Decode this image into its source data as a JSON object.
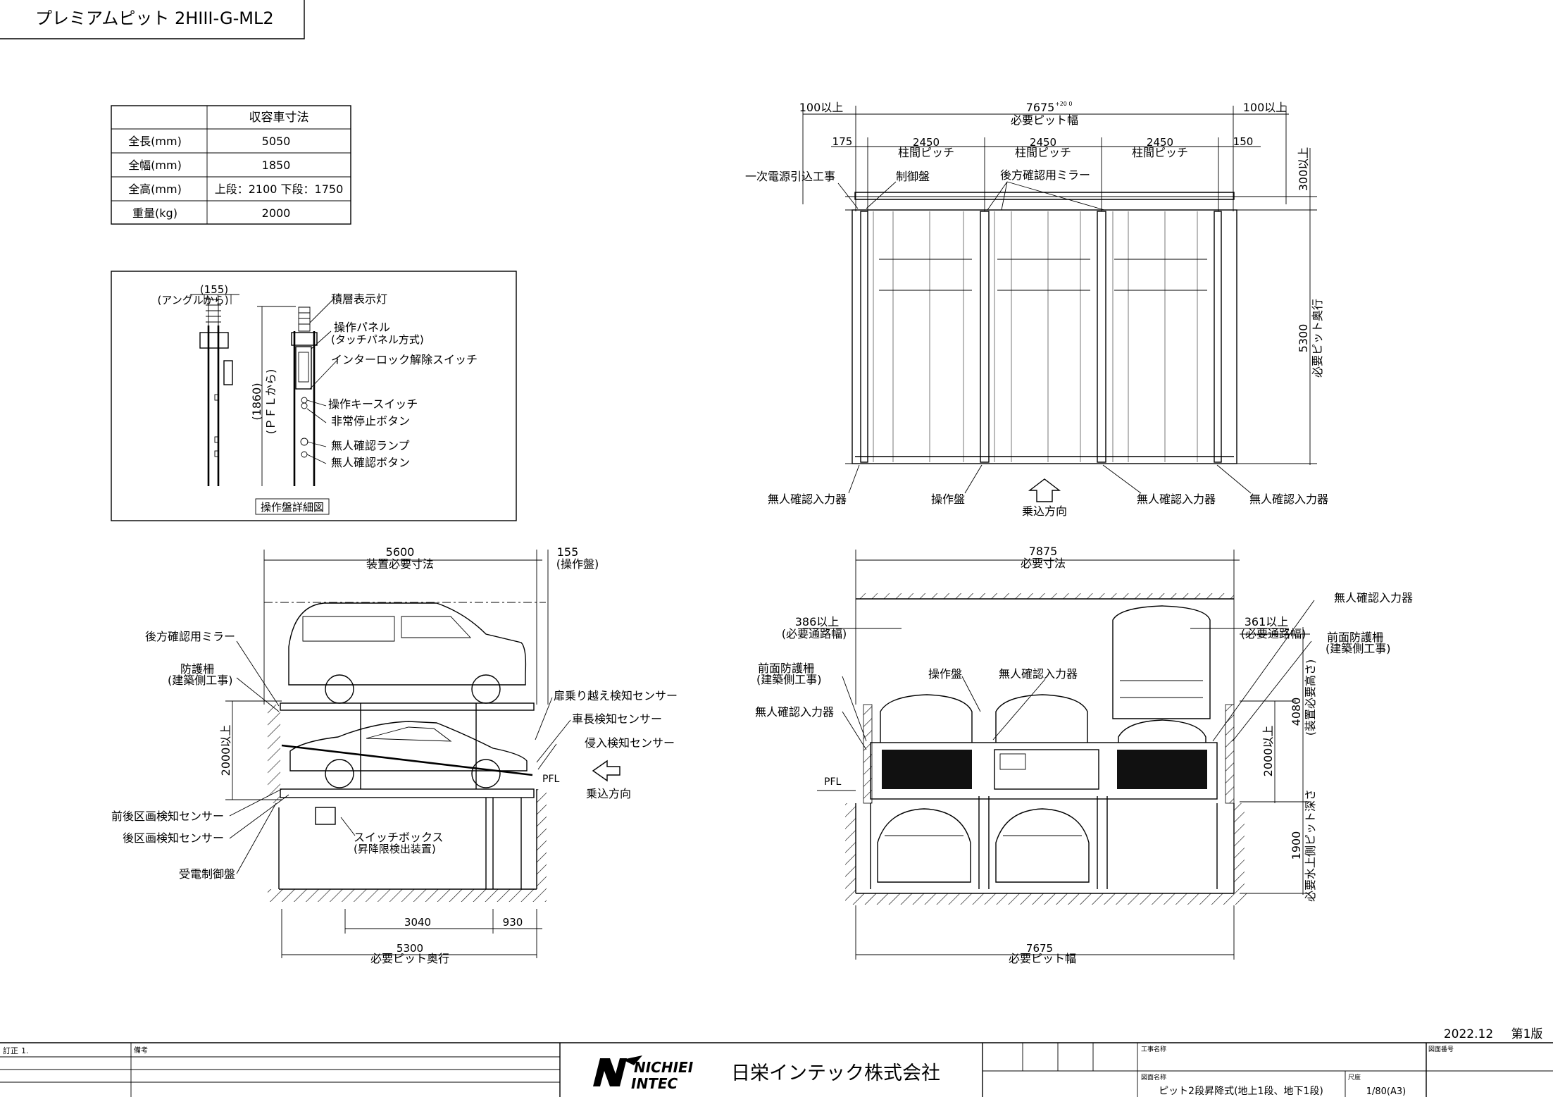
{
  "title_box": {
    "text": "プレミアムピット 2HIII-G-ML2"
  },
  "spec_table": {
    "header": "収容車寸法",
    "rows": [
      {
        "label": "全長(mm)",
        "value": "5050"
      },
      {
        "label": "全幅(mm)",
        "value": "1850"
      },
      {
        "label": "全高(mm)",
        "value": "上段：2100 下段：1750"
      },
      {
        "label": "重量(kg)",
        "value": "2000"
      }
    ]
  },
  "panel_detail": {
    "title": "操作盤詳細図",
    "dim_top": "(155)",
    "dim_top_note": "(アングルから)",
    "dim_height": "(1860)",
    "dim_height_note": "(ＰＦＬから)",
    "labels": [
      "積層表示灯",
      "操作パネル",
      "(タッチパネル方式)",
      "インターロック解除スイッチ",
      "操作キースイッチ",
      "非常停止ボタン",
      "無人確認ランプ",
      "無人確認ボタン"
    ]
  },
  "plan_view": {
    "dim_100_left": "100以上",
    "dim_100_right": "100以上",
    "dim_total": "7675",
    "dim_total_tol": "+20 0",
    "dim_total_label": "必要ピット幅",
    "dim_175": "175",
    "dim_150": "150",
    "pitch_value": "2450",
    "pitch_label": "柱間ピッチ",
    "dim_300": "300以上",
    "dim_depth": "5300",
    "dim_depth_label": "必要ピット奥行",
    "label_power": "一次電源引込工事",
    "label_control": "制御盤",
    "label_mirror": "後方確認用ミラー",
    "label_sensor_a": "無人確認入力器",
    "label_panel": "操作盤",
    "label_entry": "乗込方向",
    "label_sensor_b": "無人確認入力器",
    "label_sensor_c": "無人確認入力器"
  },
  "side_view": {
    "dim_5600": "5600",
    "dim_5600_label": "装置必要寸法",
    "dim_155": "155",
    "dim_155_label": "(操作盤)",
    "dim_2000": "2000以上",
    "dim_3040": "3040",
    "dim_930": "930",
    "dim_5300": "5300",
    "dim_5300_label": "必要ピット奥行",
    "pfl": "PFL",
    "entry": "乗込方向",
    "labels_left": [
      "後方確認用ミラー",
      "防護柵",
      "(建築側工事)",
      "前後区画検知センサー",
      "後区画検知センサー",
      "受電制御盤"
    ],
    "labels_right": [
      "扉乗り越え検知センサー",
      "車長検知センサー",
      "侵入検知センサー"
    ],
    "switch_box": "スイッチボックス",
    "switch_box_note": "(昇降限検出装置)"
  },
  "front_view": {
    "dim_7875": "7875",
    "dim_7875_label": "必要寸法",
    "dim_386": "386以上",
    "dim_386_label": "(必要通路幅)",
    "dim_361": "361以上",
    "dim_361_label": "(必要通路幅)",
    "dim_4080": "4080",
    "dim_4080_label": "(装置必要高さ)",
    "dim_2000": "2000以上",
    "dim_1900": "1900",
    "dim_1900_label": "必要水上側ピット深さ",
    "dim_7675": "7675",
    "dim_7675_label": "必要ピット幅",
    "pfl": "PFL",
    "label_fence_l": "前面防護柵",
    "label_fence_l2": "(建築側工事)",
    "label_fence_r": "前面防護柵",
    "label_fence_r2": "(建築側工事)",
    "label_sensor_top": "無人確認入力器",
    "label_panel": "操作盤",
    "label_sensor_mid": "無人確認入力器",
    "label_sensor_left": "無人確認入力器"
  },
  "footer": {
    "date": "2022.12",
    "edition": "第1版",
    "revision_label": "訂正",
    "revision_no": "1.",
    "notes_label": "備考",
    "company_logo_line1": "NICHIEI",
    "company_logo_line2": "INTEC",
    "company_name": "日栄インテック株式会社",
    "project_label": "工事名称",
    "drawing_label": "図面名称",
    "drawing_name": "ピット2段昇降式(地上1段、地下1段)",
    "scale_label": "尺度",
    "scale_value": "1/80(A3)",
    "drawing_no_label": "図面番号"
  }
}
